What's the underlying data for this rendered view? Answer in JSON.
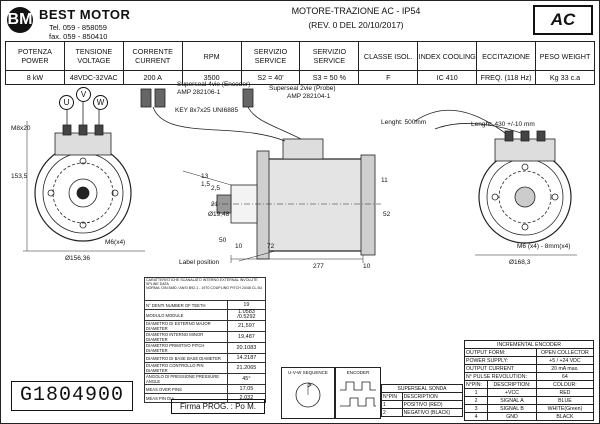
{
  "header": {
    "logo_mark": "BM",
    "company": "BEST MOTOR",
    "tel": "Tel. 059 - 858059",
    "fax": "fax. 059 - 850410",
    "title": "MOTORE-TRAZIONE AC - IP54",
    "subtitle": "(REV. 0 DEL 20/10/2017)",
    "badge": "AC"
  },
  "specs": {
    "headers": [
      "POTENZA POWER",
      "TENSIONE VOLTAGE",
      "CORRENTE CURRENT",
      "RPM",
      "SERVIZIO SERVICE",
      "SERVIZIO SERVICE",
      "CLASSE ISOL.",
      "INDEX COOLING",
      "ECCITAZIONE",
      "PESO WEIGHT"
    ],
    "values": [
      "8 kW",
      "48VDC-32VAC",
      "200 A",
      "3500",
      "S2 = 40'",
      "S3 = 50 %",
      "F",
      "IC 410",
      "FREQ. (118 Hz)",
      "Kg 33 c.a"
    ]
  },
  "drawing": {
    "phases": [
      "U",
      "V",
      "W"
    ],
    "encoder_connector": "Superseal 4vie (Encoder)",
    "encoder_amp": "AMP 282106-1",
    "probe_connector": "Superseal 2vie (Probe)",
    "probe_amp": "AMP 282104-1",
    "key": "KEY 8x7x25 UNI6885",
    "label_position": "Label position",
    "lenght_500": "Lenght: 500mm",
    "lenght_430": "Lenght: 430 +/-10 mm",
    "front_dims": {
      "terminal": "M8x20",
      "height": "153,5",
      "bolt": "M6(x4)",
      "diameter": "Ø156,36"
    },
    "side_dims": {
      "d1": "13",
      "d2": "1,5",
      "d3": "2,5",
      "d4": "21",
      "shaft_dia": "Ø19,48",
      "d5": "50",
      "d6": "10",
      "d7": "72",
      "length": "277",
      "d8": "11",
      "d9": "52",
      "d10": "10"
    },
    "rear_dims": {
      "bolt": "M6 (x4) - 8mm(x4)",
      "diameter": "Ø168,3"
    }
  },
  "pitch_table": {
    "title": "CARATTERISTICHE SCANALATO INTERNO EXTERNAL INVOLUTE SPLINE DATA",
    "norm": "NORMA: DIN 5480 / ANSI B92.1 - 1970 COUPLING PITCH 24/48 CL.5U",
    "rows": [
      {
        "label": "N° DENTI NUMBER OF TEETH",
        "value": "19"
      },
      {
        "label": "MODULO MODULE",
        "value": "1.0583 /0.5292"
      },
      {
        "label": "DIAMETRO DI ESTERNO MAJOR DIAMETER",
        "value": "21,597"
      },
      {
        "label": "DIAMETRO INTERNO MINOR DIAMETER",
        "value": "19,487"
      },
      {
        "label": "DIAMETRO PRIMITIVO PITCH DIAMETER",
        "value": "20.1083"
      },
      {
        "label": "DIAMETRO DI BASE BASE DIAMETER",
        "value": "14.2187"
      },
      {
        "label": "DIAMETRO CONTROLLO PIN DIAMETER",
        "value": "21.2065"
      },
      {
        "label": "ANGOLO DI PRESSIONE PRESSURE ANGLE",
        "value": "45°"
      },
      {
        "label": "MEAS OVER PINS",
        "value": "17.05"
      },
      {
        "label": "MEAS PIN DIA",
        "value": "2.032"
      }
    ]
  },
  "code": "G1804900",
  "firma": "Firma PROG. : Po M.",
  "sequence_label": "U-V-W SEQUENCE",
  "encoder_label": "ENCODER",
  "sonda": {
    "title": "SUPERSEAL SONDA",
    "headers": [
      "N°PIN",
      "DESCRIPTION"
    ],
    "rows": [
      [
        "1",
        "POSITIVO (RED)"
      ],
      [
        "2",
        "NEGATIVO (BLACK)"
      ]
    ]
  },
  "encoder_table": {
    "title": "INCREMENTAL ENCODER",
    "specs": [
      [
        "OUTPUT FORM:",
        "OPEN COLLECTOR"
      ],
      [
        "POWER SUPPLY:",
        "+5 / +24 VDC"
      ],
      [
        "OUTPUT CURRENT",
        "20 mA  max."
      ],
      [
        "N° PULSE REVOLUTION:",
        "64"
      ]
    ],
    "headers": [
      "N°PIN:",
      "DESCRIPTION:",
      "COLOUR:"
    ],
    "rows": [
      [
        "1",
        "+VCC",
        "RED"
      ],
      [
        "2",
        "SIGNAL A",
        "BLUE"
      ],
      [
        "3",
        "SIGNAL B",
        "WHITE(Green)"
      ],
      [
        "4",
        "GND",
        "BLACK"
      ]
    ]
  }
}
